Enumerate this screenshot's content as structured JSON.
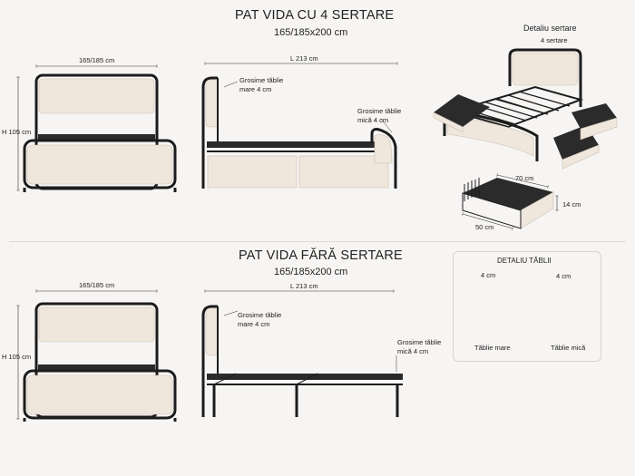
{
  "top": {
    "title": "PAT VIDA CU 4 SERTARE",
    "subtitle": "165/185x200 cm",
    "front_width": "165/185 cm",
    "front_height": "H 105 cm",
    "side_length": "L 213 cm",
    "headboard_note": "Grosime tăblie mare 4 cm",
    "footboard_note": "Grosime tăblie mică 4 cm",
    "drawers_title": "Detaliu sertare",
    "drawers_sub": "4 sertare",
    "drawer_width": "70 cm",
    "drawer_depth": "50 cm",
    "drawer_height": "14 cm"
  },
  "bottom": {
    "title": "PAT VIDA FĂRĂ SERTARE",
    "subtitle": "165/185x200 cm",
    "front_width": "165/185 cm",
    "front_height": "H 105 cm",
    "side_length": "L 213 cm",
    "headboard_note": "Grosime tăblie mare 4 cm",
    "footboard_note": "Grosime tăblie mică 4 cm"
  },
  "panel": {
    "title": "DETALIU TĂBLII",
    "large_dim": "4 cm",
    "small_dim": "4 cm",
    "large_label": "Tăblie mare",
    "small_label": "Tăblie mică"
  },
  "colors": {
    "frame": "#1c1c1c",
    "upholstery": "#efe6dc",
    "background": "#f7f5f3"
  }
}
